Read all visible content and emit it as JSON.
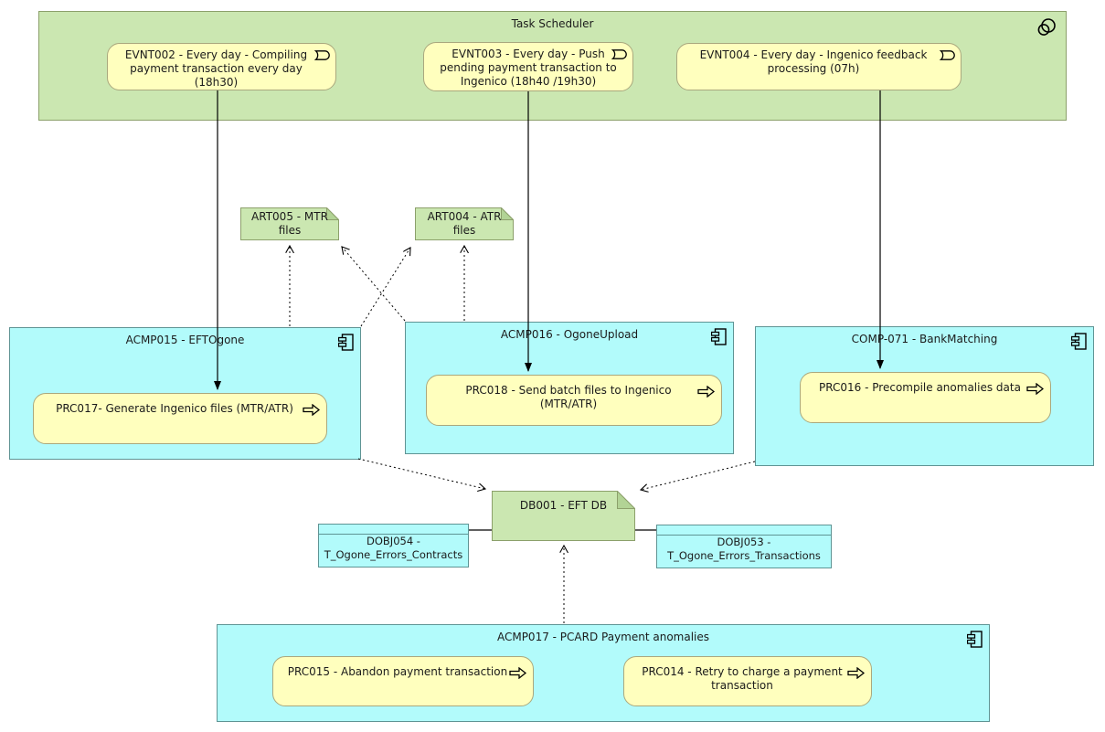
{
  "scheduler": {
    "title": "Task Scheduler",
    "events": [
      {
        "label": "EVNT002 - Every day - Compiling payment transaction every day (18h30)"
      },
      {
        "label": "EVNT003 - Every day - Push pending payment transaction to Ingenico (18h40 /19h30)"
      },
      {
        "label": "EVNT004 - Every day - Ingenico feedback processing (07h)"
      }
    ]
  },
  "artifacts": {
    "mtr": {
      "label": "ART005 - MTR files"
    },
    "atr": {
      "label": "ART004 - ATR files"
    },
    "db": {
      "label": "DB001 - EFT DB"
    }
  },
  "components": {
    "eftogone": {
      "title": "ACMP015 - EFTOgone",
      "process": "PRC017- Generate Ingenico files (MTR/ATR)"
    },
    "ogoneupload": {
      "title": "ACMP016 - OgoneUpload",
      "process": "PRC018 - Send batch files to Ingenico (MTR/ATR)"
    },
    "bankmatching": {
      "title": "COMP-071 - BankMatching",
      "process": "PRC016 - Precompile anomalies data"
    },
    "pcard": {
      "title": "ACMP017 - PCARD Payment anomalies",
      "processes": [
        "PRC015 - Abandon payment transaction",
        "PRC014 - Retry to charge a payment transaction"
      ]
    }
  },
  "data_objects": {
    "contracts": {
      "label": "DOBJ054 - T_Ogone_Errors_Contracts"
    },
    "transactions": {
      "label": "DOBJ053 - T_Ogone_Errors_Transactions"
    }
  },
  "colors": {
    "technology_green": "#cbe7b1",
    "application_cyan": "#b2fbfb",
    "process_yellow": "#ffffbe",
    "green_border": "#8ca06b",
    "cyan_border": "#5f9494",
    "yellow_border": "#aaa87e",
    "line_black": "#000000"
  }
}
